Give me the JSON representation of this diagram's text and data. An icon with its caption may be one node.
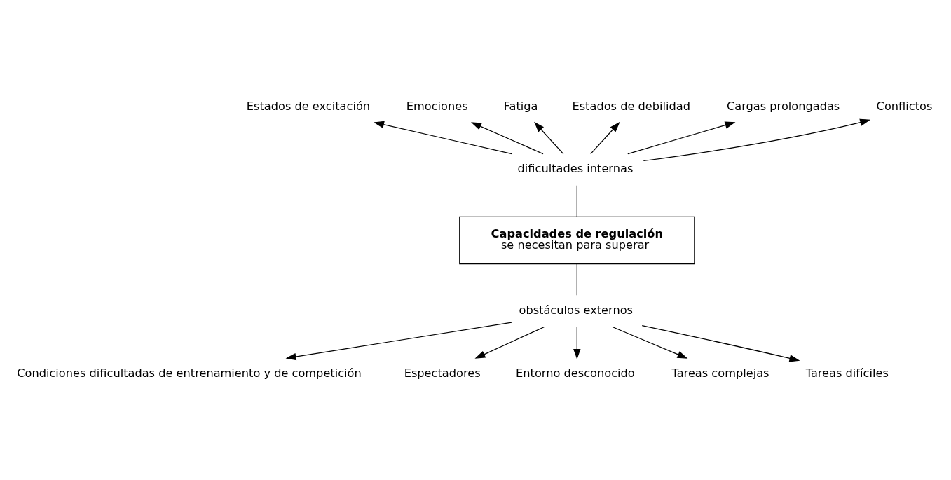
{
  "diagram": {
    "nodes": [
      {
        "text": [
          "Estados de excitación"
        ]
      },
      {
        "text": [
          "Emociones"
        ]
      },
      {
        "text": [
          "Fatiga"
        ]
      },
      {
        "text": [
          "Estados de debilidad"
        ]
      },
      {
        "text": [
          "Cargas prolongadas"
        ]
      },
      {
        "text": [
          "Conflictos"
        ]
      },
      {
        "text": [
          "dificultades internas"
        ]
      },
      {
        "text": [
          "Capacidades de regulación",
          "se necesitan para superar"
        ]
      },
      {
        "text": [
          "obstáculos externos"
        ]
      },
      {
        "text": [
          "Condiciones dificultadas de entrenamiento y de competición"
        ]
      },
      {
        "text": [
          "Espectadores"
        ]
      },
      {
        "text": [
          "Entorno desconocido"
        ]
      },
      {
        "text": [
          "Tareas complejas"
        ]
      },
      {
        "text": [
          "Tareas difíciles"
        ]
      }
    ],
    "edges": [
      {
        "from": 7,
        "to": 6,
        "arrow": "none"
      },
      {
        "from": 6,
        "to": 0,
        "arrow": "to"
      },
      {
        "from": 6,
        "to": 1,
        "arrow": "to"
      },
      {
        "from": 6,
        "to": 2,
        "arrow": "to"
      },
      {
        "from": 6,
        "to": 3,
        "arrow": "to"
      },
      {
        "from": 6,
        "to": 4,
        "arrow": "to"
      },
      {
        "from": 6,
        "to": 5,
        "arrow": "to"
      },
      {
        "from": 7,
        "to": 8,
        "arrow": "none"
      },
      {
        "from": 8,
        "to": 9,
        "arrow": "to"
      },
      {
        "from": 8,
        "to": 10,
        "arrow": "to"
      },
      {
        "from": 8,
        "to": 11,
        "arrow": "to"
      },
      {
        "from": 8,
        "to": 12,
        "arrow": "to"
      },
      {
        "from": 8,
        "to": 13,
        "arrow": "to"
      }
    ]
  }
}
